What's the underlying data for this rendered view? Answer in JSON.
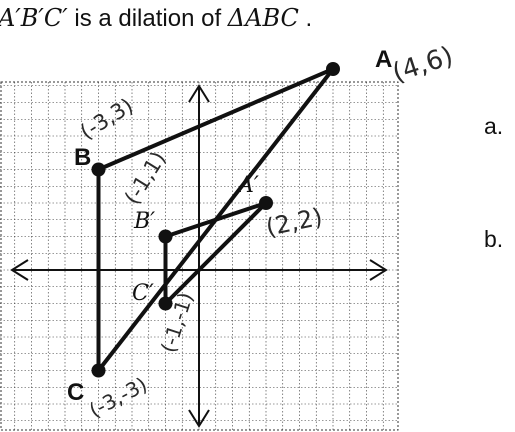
{
  "prompt": {
    "lead_italic": "A′B′C′",
    "lead_text": " is a dilation of ",
    "tail_italic": "ΔABC",
    "tail_text": " ."
  },
  "points": {
    "A": {
      "label": "A",
      "coord": [
        4,
        6
      ]
    },
    "B": {
      "label": "B",
      "coord": [
        -3,
        3
      ]
    },
    "C": {
      "label": "C",
      "coord": [
        -3,
        -3
      ]
    },
    "A_prime": {
      "label": "A′",
      "coord": [
        2,
        2
      ]
    },
    "B_prime": {
      "label": "B′",
      "coord": [
        -1,
        1
      ]
    },
    "C_prime": {
      "label": "C′",
      "coord": [
        -1,
        -1
      ]
    }
  },
  "annotations": {
    "A": "(4,6)",
    "B": "(-3,3)",
    "C": "(-3,-3)",
    "A_prime": "(2,2)",
    "B_prime": "(-1,1)",
    "C_prime": "(-1,-1)"
  },
  "grid": {
    "x_range": [
      -6,
      6
    ],
    "y_range": [
      -6,
      6
    ],
    "show_grid": true
  },
  "side_labels": {
    "a": "a.",
    "b": "b."
  },
  "colors": {
    "ink": "#111111",
    "grid": "#333333",
    "pencil": "#2a2a2a"
  }
}
